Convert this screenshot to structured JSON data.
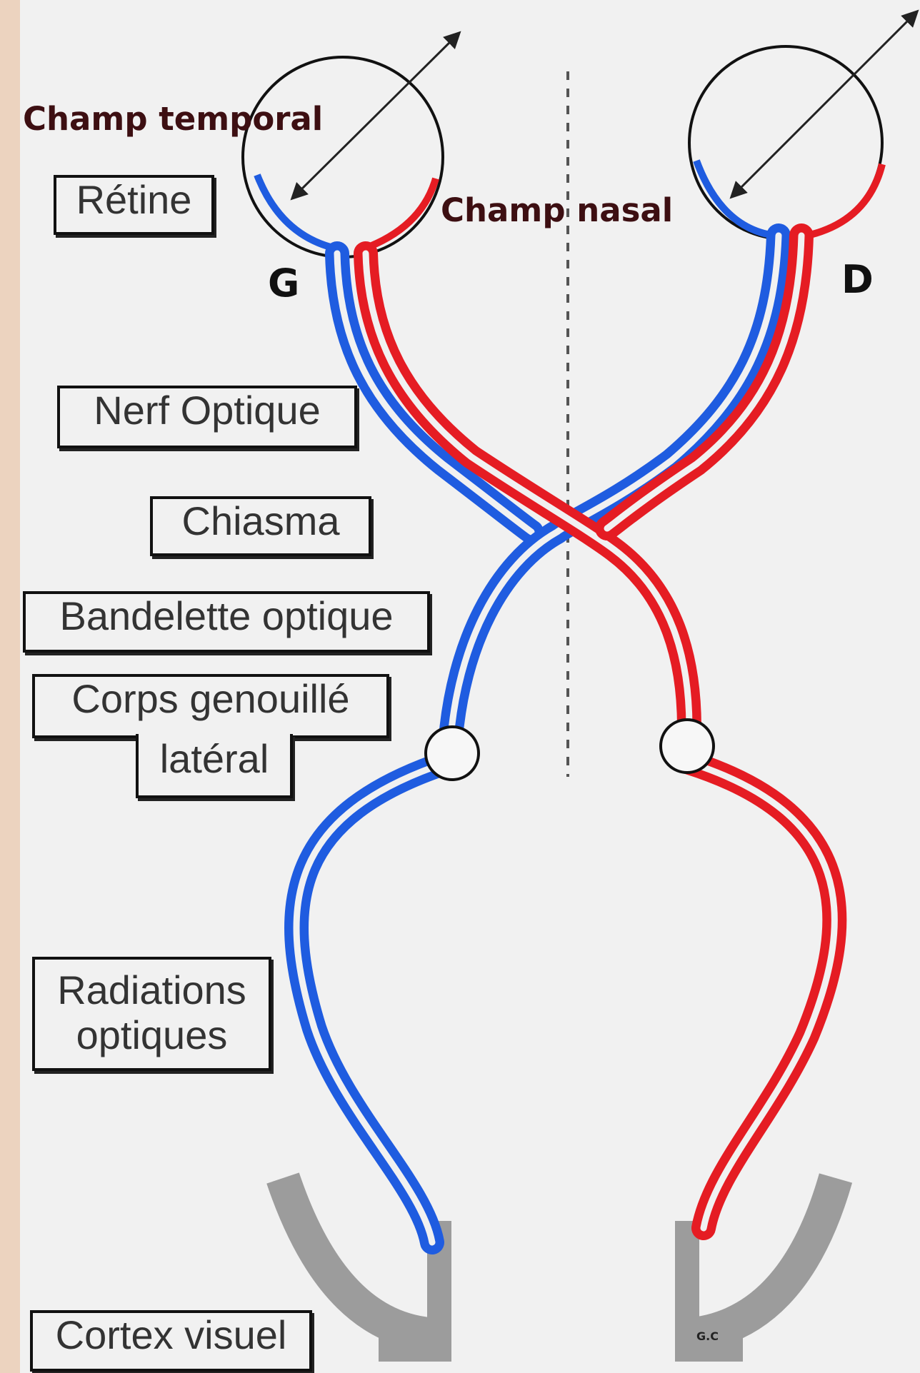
{
  "labels": {
    "champ_temporal": "Champ temporal",
    "champ_nasal": "Champ nasal",
    "retine": "Rétine",
    "eye_left": "G",
    "eye_right": "D",
    "nerf_optique": "Nerf Optique",
    "chiasma": "Chiasma",
    "bandelette_optique": "Bandelette optique",
    "corps_genouille_line1": "Corps genouillé",
    "corps_genouille_line2": "latéral",
    "radiations_line1": "Radiations",
    "radiations_line2": "optiques",
    "cortex_visuel": "Cortex visuel",
    "cortex_small_label": "G.C"
  },
  "colors": {
    "left_pathway": "#1f5ce0",
    "right_pathway": "#e51c23",
    "cortex": "#9c9c9c",
    "background": "#f1f1f1",
    "side_strip": "#ecd3bf"
  }
}
